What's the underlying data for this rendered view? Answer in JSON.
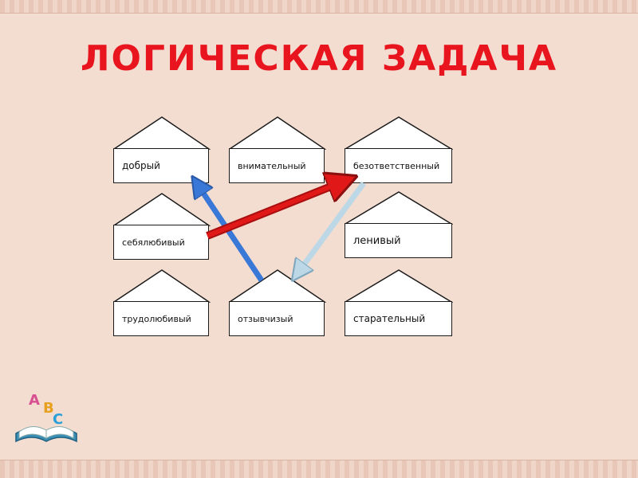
{
  "title": "ЛОГИЧЕСКАЯ ЗАДАЧА",
  "houses": [
    {
      "label": "добрый"
    },
    {
      "label": "внимательный"
    },
    {
      "label": "безответственный"
    },
    {
      "label": "себялюбивый"
    },
    {
      "label": "ленивый"
    },
    {
      "label": "трудолюбивый"
    },
    {
      "label": "отзывчизый"
    },
    {
      "label": "старательный"
    }
  ],
  "logo": {
    "letters": [
      "A",
      "B",
      "C"
    ]
  },
  "colors": {
    "title": "#e8141e",
    "background": "#f3dcd0",
    "arrow_blue": "#3a78d8",
    "arrow_red": "#e01818",
    "arrow_lightblue": "#a9cbe0"
  }
}
